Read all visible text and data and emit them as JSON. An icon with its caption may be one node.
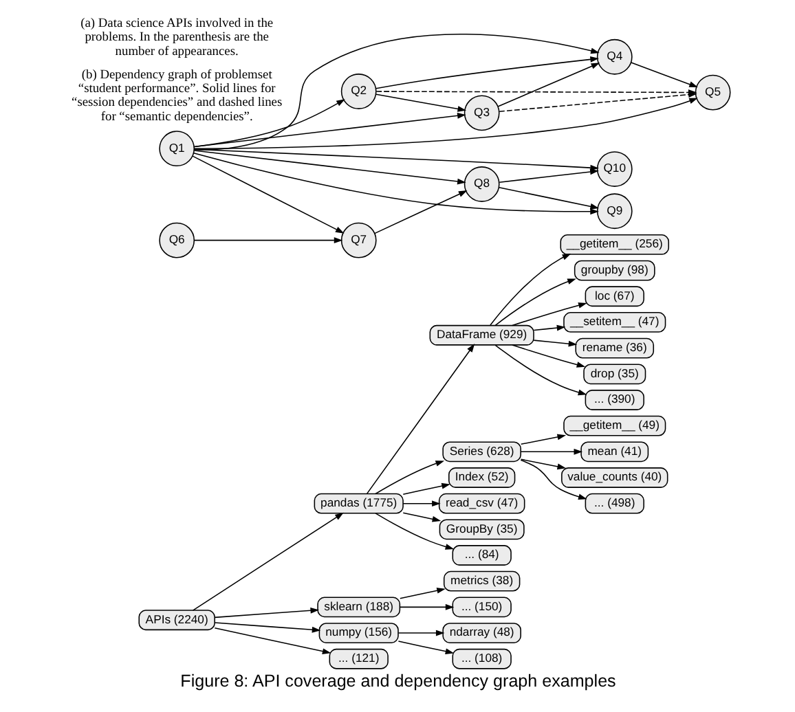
{
  "diagram": {
    "title": "Figure 8: API coverage and dependency graph examples",
    "nodes": [
      {
        "text": [
          "APIs (2240)"
        ]
      },
      {
        "text": [
          "pandas (1775)"
        ]
      },
      {
        "text": [
          "sklearn (188)"
        ]
      },
      {
        "text": [
          "numpy (156)"
        ]
      },
      {
        "text": [
          "... (121)"
        ]
      },
      {
        "text": [
          "DataFrame (929)"
        ]
      },
      {
        "text": [
          "Series (628)"
        ]
      },
      {
        "text": [
          "Index (52)"
        ]
      },
      {
        "text": [
          "read_csv (47)"
        ]
      },
      {
        "text": [
          "GroupBy (35)"
        ]
      },
      {
        "text": [
          "... (84)"
        ]
      },
      {
        "text": [
          "metrics (38)"
        ]
      },
      {
        "text": [
          "... (150)"
        ]
      },
      {
        "text": [
          "ndarray (48)"
        ]
      },
      {
        "text": [
          "... (108)"
        ]
      },
      {
        "text": [
          "__getitem__ (256)"
        ]
      },
      {
        "text": [
          "groupby (98)"
        ]
      },
      {
        "text": [
          "loc (67)"
        ]
      },
      {
        "text": [
          "__setitem__ (47)"
        ]
      },
      {
        "text": [
          "rename (36)"
        ]
      },
      {
        "text": [
          "drop (35)"
        ]
      },
      {
        "text": [
          "... (390)"
        ]
      },
      {
        "text": [
          "__getitem__ (49)"
        ]
      },
      {
        "text": [
          "mean (41)"
        ]
      },
      {
        "text": [
          "value_counts (40)"
        ]
      },
      {
        "text": [
          "... (498)"
        ]
      },
      {
        "text": [
          "Q1"
        ]
      },
      {
        "text": [
          "Q2"
        ]
      },
      {
        "text": [
          "Q3"
        ]
      },
      {
        "text": [
          "Q4"
        ]
      },
      {
        "text": [
          "Q5"
        ]
      },
      {
        "text": [
          "Q6"
        ]
      },
      {
        "text": [
          "Q7"
        ]
      },
      {
        "text": [
          "Q8"
        ]
      },
      {
        "text": [
          "Q9"
        ]
      },
      {
        "text": [
          "Q10"
        ]
      }
    ],
    "edges": [
      {
        "from": 0,
        "to": 1,
        "arrow": "to"
      },
      {
        "from": 0,
        "to": 2,
        "arrow": "to"
      },
      {
        "from": 0,
        "to": 3,
        "arrow": "to"
      },
      {
        "from": 0,
        "to": 4,
        "arrow": "to"
      },
      {
        "from": 1,
        "to": 5,
        "arrow": "to"
      },
      {
        "from": 1,
        "to": 6,
        "arrow": "to"
      },
      {
        "from": 1,
        "to": 7,
        "arrow": "to"
      },
      {
        "from": 1,
        "to": 8,
        "arrow": "to"
      },
      {
        "from": 1,
        "to": 9,
        "arrow": "to"
      },
      {
        "from": 1,
        "to": 10,
        "arrow": "to"
      },
      {
        "from": 2,
        "to": 11,
        "arrow": "to"
      },
      {
        "from": 2,
        "to": 12,
        "arrow": "to"
      },
      {
        "from": 3,
        "to": 13,
        "arrow": "to"
      },
      {
        "from": 3,
        "to": 14,
        "arrow": "to"
      },
      {
        "from": 5,
        "to": 15,
        "arrow": "to"
      },
      {
        "from": 5,
        "to": 16,
        "arrow": "to"
      },
      {
        "from": 5,
        "to": 17,
        "arrow": "to"
      },
      {
        "from": 5,
        "to": 18,
        "arrow": "to"
      },
      {
        "from": 5,
        "to": 19,
        "arrow": "to"
      },
      {
        "from": 5,
        "to": 20,
        "arrow": "to"
      },
      {
        "from": 5,
        "to": 21,
        "arrow": "to"
      },
      {
        "from": 6,
        "to": 22,
        "arrow": "to"
      },
      {
        "from": 6,
        "to": 23,
        "arrow": "to"
      },
      {
        "from": 6,
        "to": 24,
        "arrow": "to"
      },
      {
        "from": 6,
        "to": 25,
        "arrow": "to"
      },
      {
        "from": 31,
        "to": 32,
        "arrow": "to"
      },
      {
        "from": 26,
        "to": 32,
        "arrow": "to"
      },
      {
        "from": 26,
        "to": 34,
        "arrow": "to"
      },
      {
        "from": 26,
        "to": 33,
        "arrow": "to"
      },
      {
        "from": 26,
        "to": 35,
        "arrow": "to"
      },
      {
        "from": 26,
        "to": 30,
        "arrow": "to"
      },
      {
        "from": 26,
        "to": 28,
        "arrow": "to"
      },
      {
        "from": 26,
        "to": 27,
        "arrow": "to"
      },
      {
        "from": 26,
        "to": 29,
        "arrow": "to"
      },
      {
        "from": 32,
        "to": 33,
        "arrow": "to"
      },
      {
        "from": 33,
        "to": 34,
        "arrow": "to"
      },
      {
        "from": 33,
        "to": 35,
        "arrow": "to"
      },
      {
        "from": 27,
        "to": 28,
        "arrow": "to"
      },
      {
        "from": 27,
        "to": 29,
        "arrow": "to"
      },
      {
        "from": 28,
        "to": 29,
        "arrow": "to"
      },
      {
        "from": 28,
        "to": 30,
        "arrow": "to",
        "style": "dashed"
      },
      {
        "from": 27,
        "to": 30,
        "arrow": "to",
        "style": "dashed"
      },
      {
        "from": 29,
        "to": 30,
        "arrow": "to"
      }
    ],
    "labels": [
      "(b) Dependency graph of problemset “student performance”. Solid lines for “session dependencies” and dashed lines for “semantic dependencies”.",
      "(a) Data science APIs involved in the problems. In the parenthesis are the number of appearances."
    ]
  }
}
